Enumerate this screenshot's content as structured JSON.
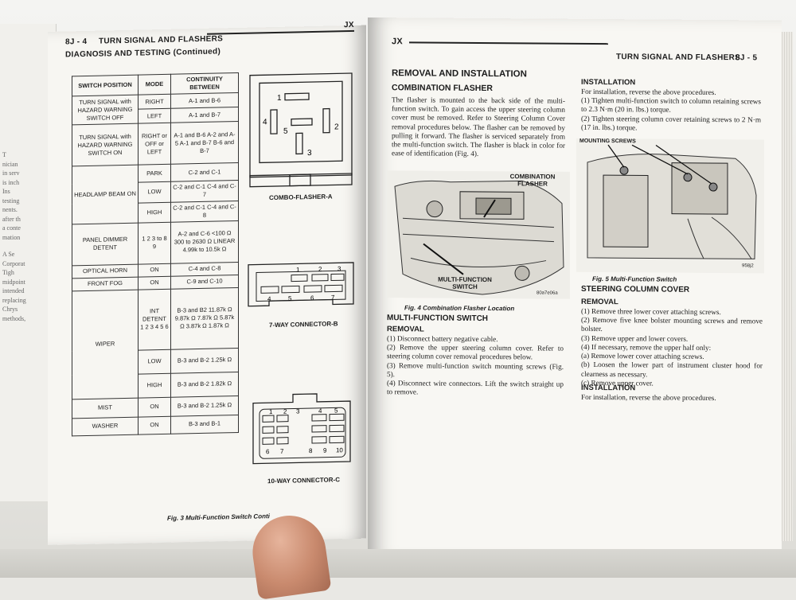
{
  "left_page": {
    "header_page": "8J - 4",
    "header_title": "TURN SIGNAL AND FLASHERS",
    "header_right": "JX",
    "section": "DIAGNOSIS AND TESTING (Continued)",
    "table_headers": [
      "SWITCH POSITION",
      "MODE",
      "CONTINUITY BETWEEN"
    ],
    "rows": [
      {
        "pos": "TURN SIGNAL with HAZARD WARNING SWITCH OFF",
        "mode": "RIGHT",
        "cont": "A-1 and B-6"
      },
      {
        "pos": "",
        "mode": "LEFT",
        "cont": "A-1 and B-7"
      },
      {
        "pos": "TURN SIGNAL with HAZARD WARNING SWITCH ON",
        "mode": "RIGHT or OFF or LEFT",
        "cont": "A-1 and B-6 A-2 and A-5 A-1 and B-7 B-6 and B-7"
      },
      {
        "pos": "HEADLAMP BEAM ON",
        "mode": "PARK",
        "cont": "C-2 and C-1"
      },
      {
        "pos": "",
        "mode": "LOW",
        "cont": "C-2 and C-1 C-4 and C-7"
      },
      {
        "pos": "",
        "mode": "HIGH",
        "cont": "C-2 and C-1 C-4 and C-8"
      },
      {
        "pos": "PANEL DIMMER DETENT",
        "mode": "1 2 3 to 8 9",
        "cont": "A-2 and C-6 <100 Ω 300 to 2630 Ω LINEAR 4.99k to 10.5k Ω"
      },
      {
        "pos": "OPTICAL HORN",
        "mode": "ON",
        "cont": "C-4 and C-8"
      },
      {
        "pos": "FRONT FOG",
        "mode": "ON",
        "cont": "C-9 and C-10"
      },
      {
        "pos": "WIPER",
        "mode": "INT DETENT 1 2 3 4 5 6",
        "cont": "B-3 and B2 11.87k Ω 9.87k Ω 7.87k Ω 5.87k Ω 3.87k Ω 1.87k Ω"
      },
      {
        "pos": "",
        "mode": "LOW",
        "cont": "B-3 and B-2 1.25k Ω"
      },
      {
        "pos": "",
        "mode": "HIGH",
        "cont": "B-3 and B-2 1.82k Ω"
      },
      {
        "pos": "MIST",
        "mode": "ON",
        "cont": "B-3 and B-2 1.25k Ω"
      },
      {
        "pos": "WASHER",
        "mode": "ON",
        "cont": "B-3 and B-1"
      }
    ],
    "diagrams": {
      "combo_label": "COMBO-FLASHER-A",
      "combo_pins": [
        "1",
        "2",
        "3",
        "4",
        "5"
      ],
      "conn_b_label": "7-WAY CONNECTOR-B",
      "conn_b_pins_top": [
        "1",
        "2",
        "3"
      ],
      "conn_b_pins_bottom": [
        "4",
        "5",
        "6",
        "7"
      ],
      "conn_c_label": "10-WAY CONNECTOR-C",
      "conn_c_pins": [
        "1",
        "2",
        "3",
        "4",
        "5",
        "6",
        "7",
        "8",
        "9",
        "10"
      ]
    },
    "figure_caption": "Fig. 3 Multi-Function Switch Conti"
  },
  "right_page": {
    "header_left": "JX",
    "header_title": "TURN SIGNAL AND FLASHERS",
    "header_page": "8J - 5",
    "removal_title": "REMOVAL AND INSTALLATION",
    "combo_title": "COMBINATION FLASHER",
    "combo_text": "The flasher is mounted to the back side of the multi-function switch. To gain access the upper steering column cover must be removed. Refer to Steering Column Cover removal procedures below. The flasher can be removed by pulling it forward. The flasher is serviced separately from the multi-function switch. The flasher is black in color for ease of identification (Fig. 4).",
    "fig4_labels": {
      "flasher": "COMBINATION FLASHER",
      "switch": "MULTI-FUNCTION SWITCH",
      "code": "80a7e06a"
    },
    "fig4_caption": "Fig. 4 Combination Flasher Location",
    "mfs_title": "MULTI-FUNCTION SWITCH",
    "removal_label": "REMOVAL",
    "mfs_steps": "(1) Disconnect battery negative cable.\n(2) Remove the upper steering column cover. Refer to steering column cover removal procedures below.\n(3) Remove multi-function switch mounting screws (Fig. 5).\n(4) Disconnect wire connectors. Lift the switch straight up to remove.",
    "installation_label": "INSTALLATION",
    "install_text": "For installation, reverse the above procedures.\n(1) Tighten multi-function switch to column retaining screws to 2.3 N·m (20 in. lbs.) torque.\n(2) Tighten steering column cover retaining screws to 2 N·m (17 in. lbs.) torque.",
    "fig5_label": "MOUNTING SCREWS",
    "fig5_code": "958j2",
    "fig5_caption": "Fig. 5 Multi-Function Switch",
    "scc_title": "STEERING COLUMN COVER",
    "scc_removal": "REMOVAL",
    "scc_steps": "(1) Remove three lower cover attaching screws.\n(2) Remove five knee bolster mounting screws and remove bolster.\n(3) Remove upper and lower covers.\n(4) If necessary, remove the upper half only:\n(a) Remove lower cover attaching screws.\n(b) Loosen the lower part of instrument cluster hood for clearness as necessary.\n(c) Remove upper cover.",
    "scc_install_label": "INSTALLATION",
    "scc_install_text": "For installation, reverse the above procedures."
  },
  "under_page_lines": [
    "T",
    "nician",
    "in serv",
    "is inch",
    "Ins",
    "testing",
    "nents.",
    "after th",
    "a conte",
    "mation",
    "A Se",
    "Corporat",
    "Tigh",
    "midpoint",
    "intended",
    "replacing",
    "Chrys",
    "methods,"
  ]
}
